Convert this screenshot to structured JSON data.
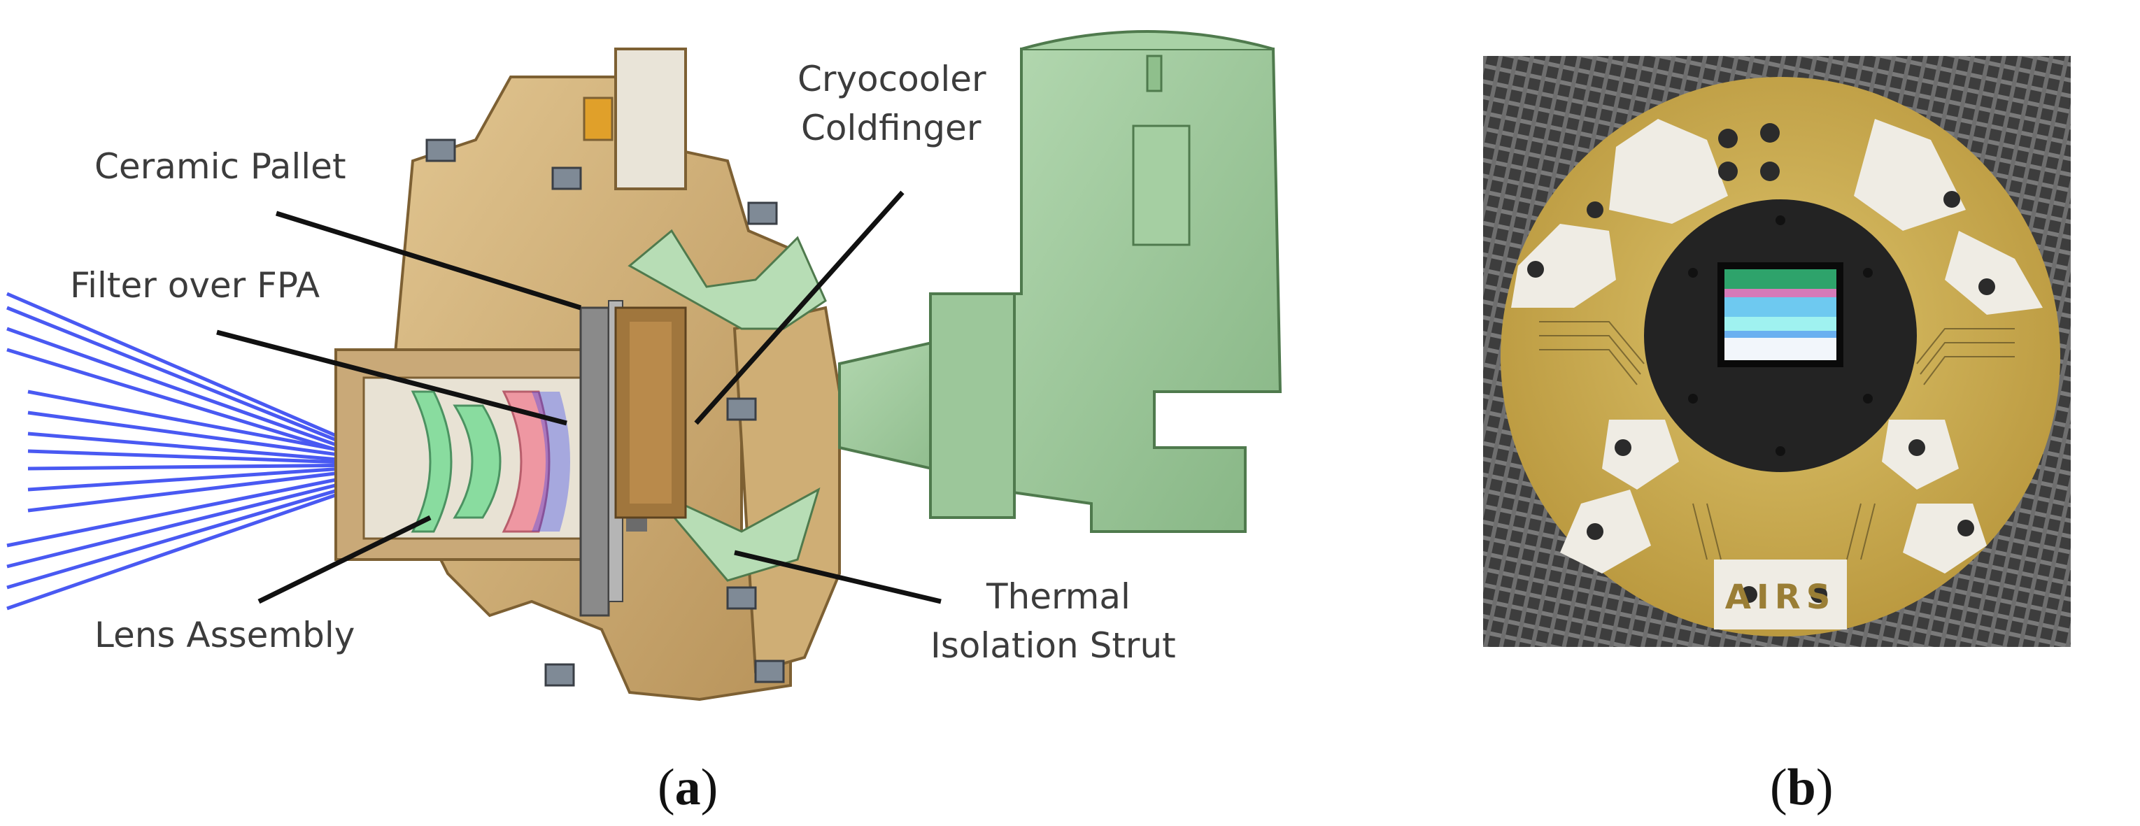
{
  "figure": {
    "panel_a": {
      "letter": "a",
      "callouts": {
        "ceramic_pallet": "Ceramic Pallet",
        "filter_over_fpa": "Filter over FPA",
        "cryocooler_line1": "Cryocooler",
        "cryocooler_line2": "Coldfinger",
        "lens_assembly": "Lens Assembly",
        "thermal_line1": "Thermal",
        "thermal_line2": "Isolation Strut"
      }
    },
    "panel_b": {
      "letter": "b",
      "board_logo": "AIRS"
    }
  },
  "colors": {
    "housing_gold": "#d3b27c",
    "cryocooler_green": "#9cc79a",
    "ray_blue": "#2a3df0",
    "lens_green": "#7fdc9a",
    "pink_element": "#f08a9a",
    "board_gold": "#c9a84a",
    "board_white": "#efece4",
    "mesh_background": "#4a4a4a",
    "sensor_mount": "#232323"
  },
  "icons": {
    "leader_arrow": "arrow-line",
    "sensor_stripes": "spectral-filter-stripes"
  }
}
